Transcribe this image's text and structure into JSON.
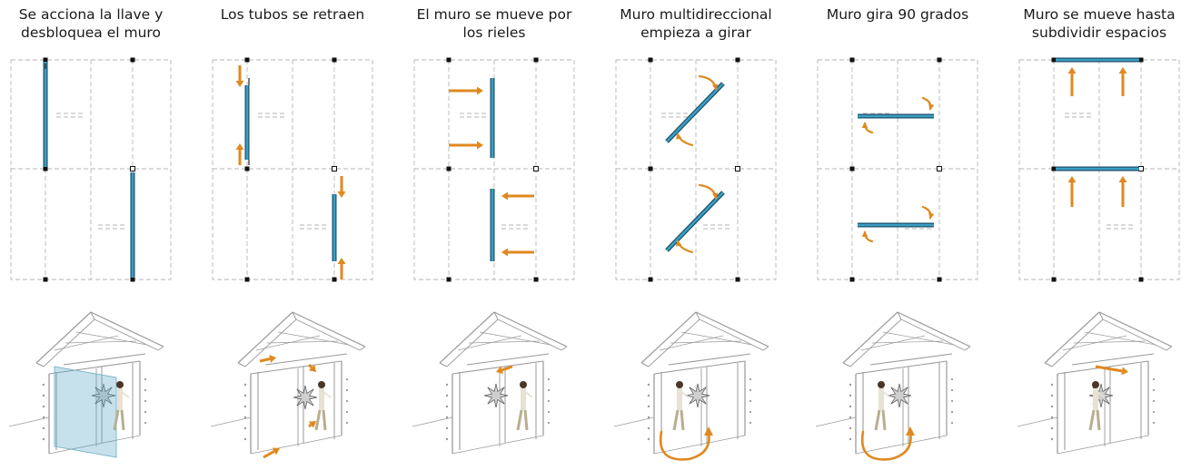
{
  "colors": {
    "wall": "#3b9ec4",
    "wall_edge": "#1d4f66",
    "arrow": "#e0891f",
    "grid": "#b5b5b5",
    "post": "#111111",
    "structure": "#9a9a9a"
  },
  "steps": [
    {
      "line1": "Se acciona la llave y",
      "line2": "desbloquea el muro",
      "plan_state": "unlocked",
      "perspective_state": "unlocked"
    },
    {
      "line1": "Los tubos se retraen",
      "line2": "",
      "plan_state": "retract",
      "perspective_state": "retract"
    },
    {
      "line1": "El muro se mueve por",
      "line2": "los rieles",
      "plan_state": "slide",
      "perspective_state": "slide"
    },
    {
      "line1": "Muro multidireccional",
      "line2": "empieza a girar",
      "plan_state": "rotate-start",
      "perspective_state": "rotate"
    },
    {
      "line1": "Muro gira 90 grados",
      "line2": "",
      "plan_state": "rotated-90",
      "perspective_state": "rotate"
    },
    {
      "line1": "Muro se mueve hasta",
      "line2": "subdividir espacios",
      "plan_state": "subdivide",
      "perspective_state": "subdivide"
    }
  ]
}
